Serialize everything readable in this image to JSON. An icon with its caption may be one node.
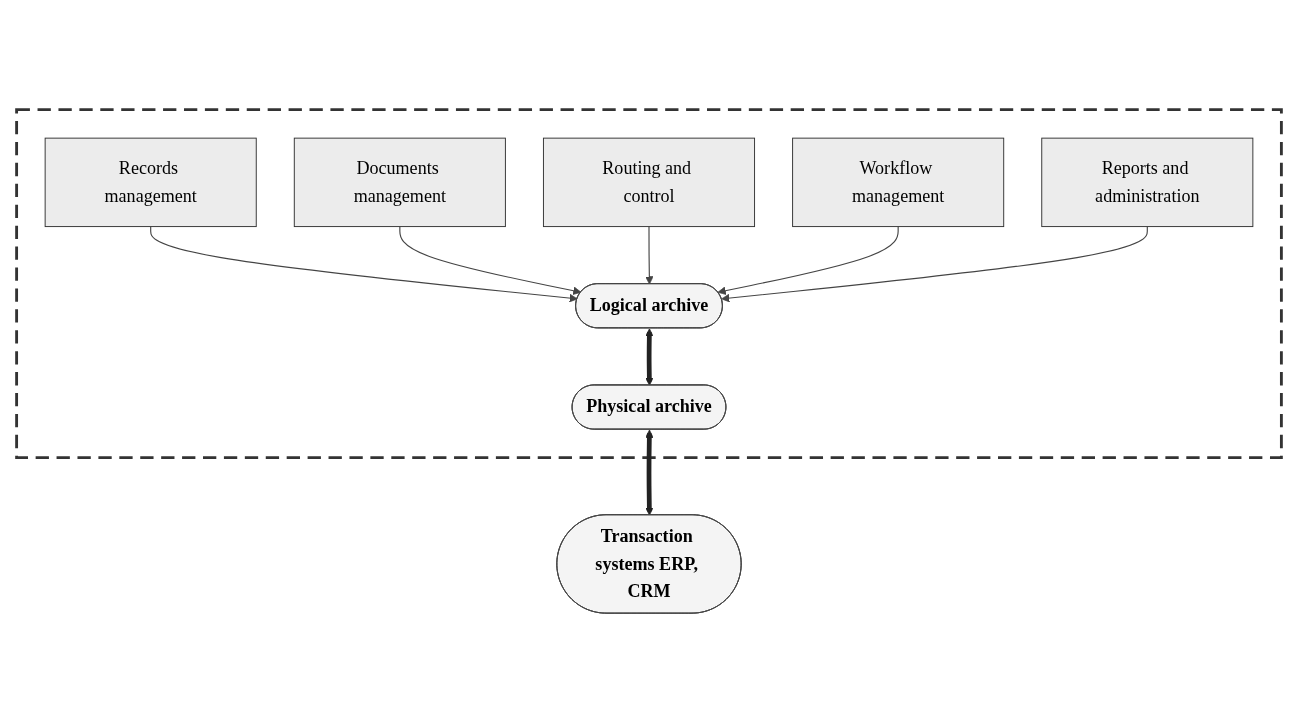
{
  "diagram": {
    "nodes": [
      {
        "text": [],
        "shape": "box"
      },
      {
        "text": [
          "Records management"
        ],
        "in": 0
      },
      {
        "text": [
          "Documents management"
        ],
        "in": 0
      },
      {
        "text": [
          "Routing and control"
        ],
        "in": 0
      },
      {
        "text": [
          "Workflow management"
        ],
        "in": 0
      },
      {
        "text": [
          "Reports and administration"
        ],
        "in": 0
      },
      {
        "text": [
          "Logical archive"
        ],
        "in": 0
      },
      {
        "text": [
          "Physical archive"
        ],
        "in": 0
      },
      {
        "text": [
          "Transaction systems ERP, CRM"
        ]
      }
    ],
    "edges": [
      {
        "from": 1,
        "to": 6,
        "arrow": "to"
      },
      {
        "from": 2,
        "to": 6,
        "arrow": "to"
      },
      {
        "from": 3,
        "to": 6,
        "arrow": "to"
      },
      {
        "from": 4,
        "to": 6,
        "arrow": "to"
      },
      {
        "from": 5,
        "to": 6,
        "arrow": "to"
      },
      {
        "from": 6,
        "to": 7,
        "arrow": "both",
        "style": "thick"
      },
      {
        "from": 7,
        "to": 8,
        "arrow": "both",
        "style": "thick"
      }
    ]
  }
}
